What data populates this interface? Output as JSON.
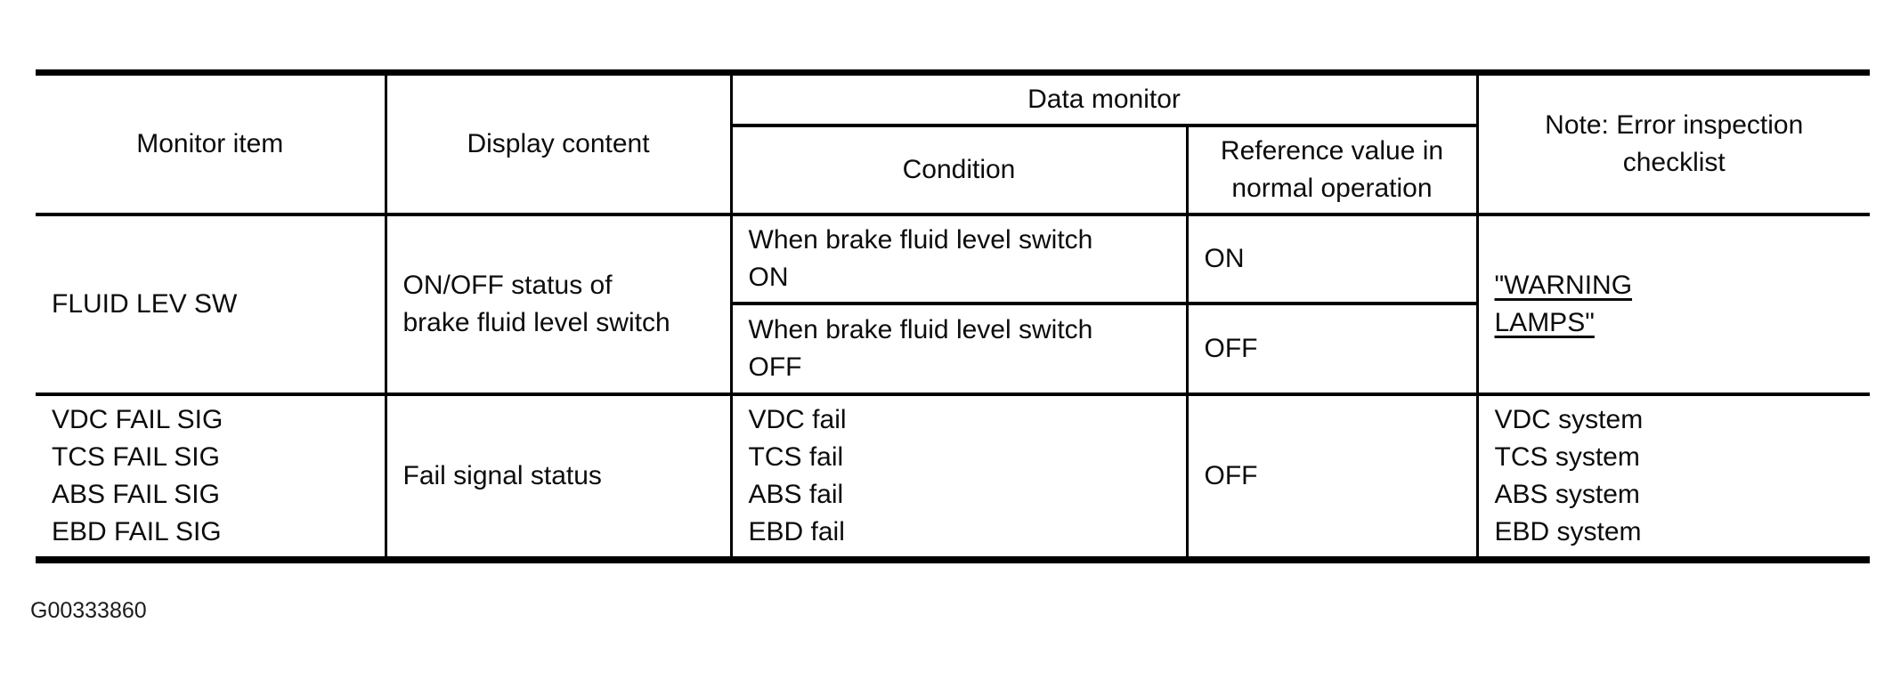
{
  "header": {
    "monitor_item": "Monitor item",
    "display_content": "Display content",
    "data_monitor": "Data monitor",
    "condition": "Condition",
    "reference_value": "Reference value in\nnormal operation",
    "note": "Note: Error inspection\nchecklist"
  },
  "rows": [
    {
      "monitor_item": "FLUID LEV SW",
      "display_content": "ON/OFF status of\nbrake fluid level switch",
      "conditions": [
        {
          "condition": "When brake fluid level switch\nON",
          "reference": "ON"
        },
        {
          "condition": "When brake fluid level switch\nOFF",
          "reference": "OFF"
        }
      ],
      "note": "\"WARNING\nLAMPS\""
    },
    {
      "monitor_item": "VDC FAIL SIG\nTCS FAIL SIG\nABS FAIL SIG\nEBD FAIL SIG",
      "display_content": "Fail signal status",
      "conditions": [
        {
          "condition": "VDC fail\nTCS fail\nABS fail\nEBD fail",
          "reference": "OFF"
        }
      ],
      "note": "VDC system\nTCS system\nABS system\nEBD system"
    }
  ],
  "caption": "G00333860",
  "colors": {
    "border": "#000000",
    "text": "#0c0c0c",
    "background": "#ffffff"
  }
}
